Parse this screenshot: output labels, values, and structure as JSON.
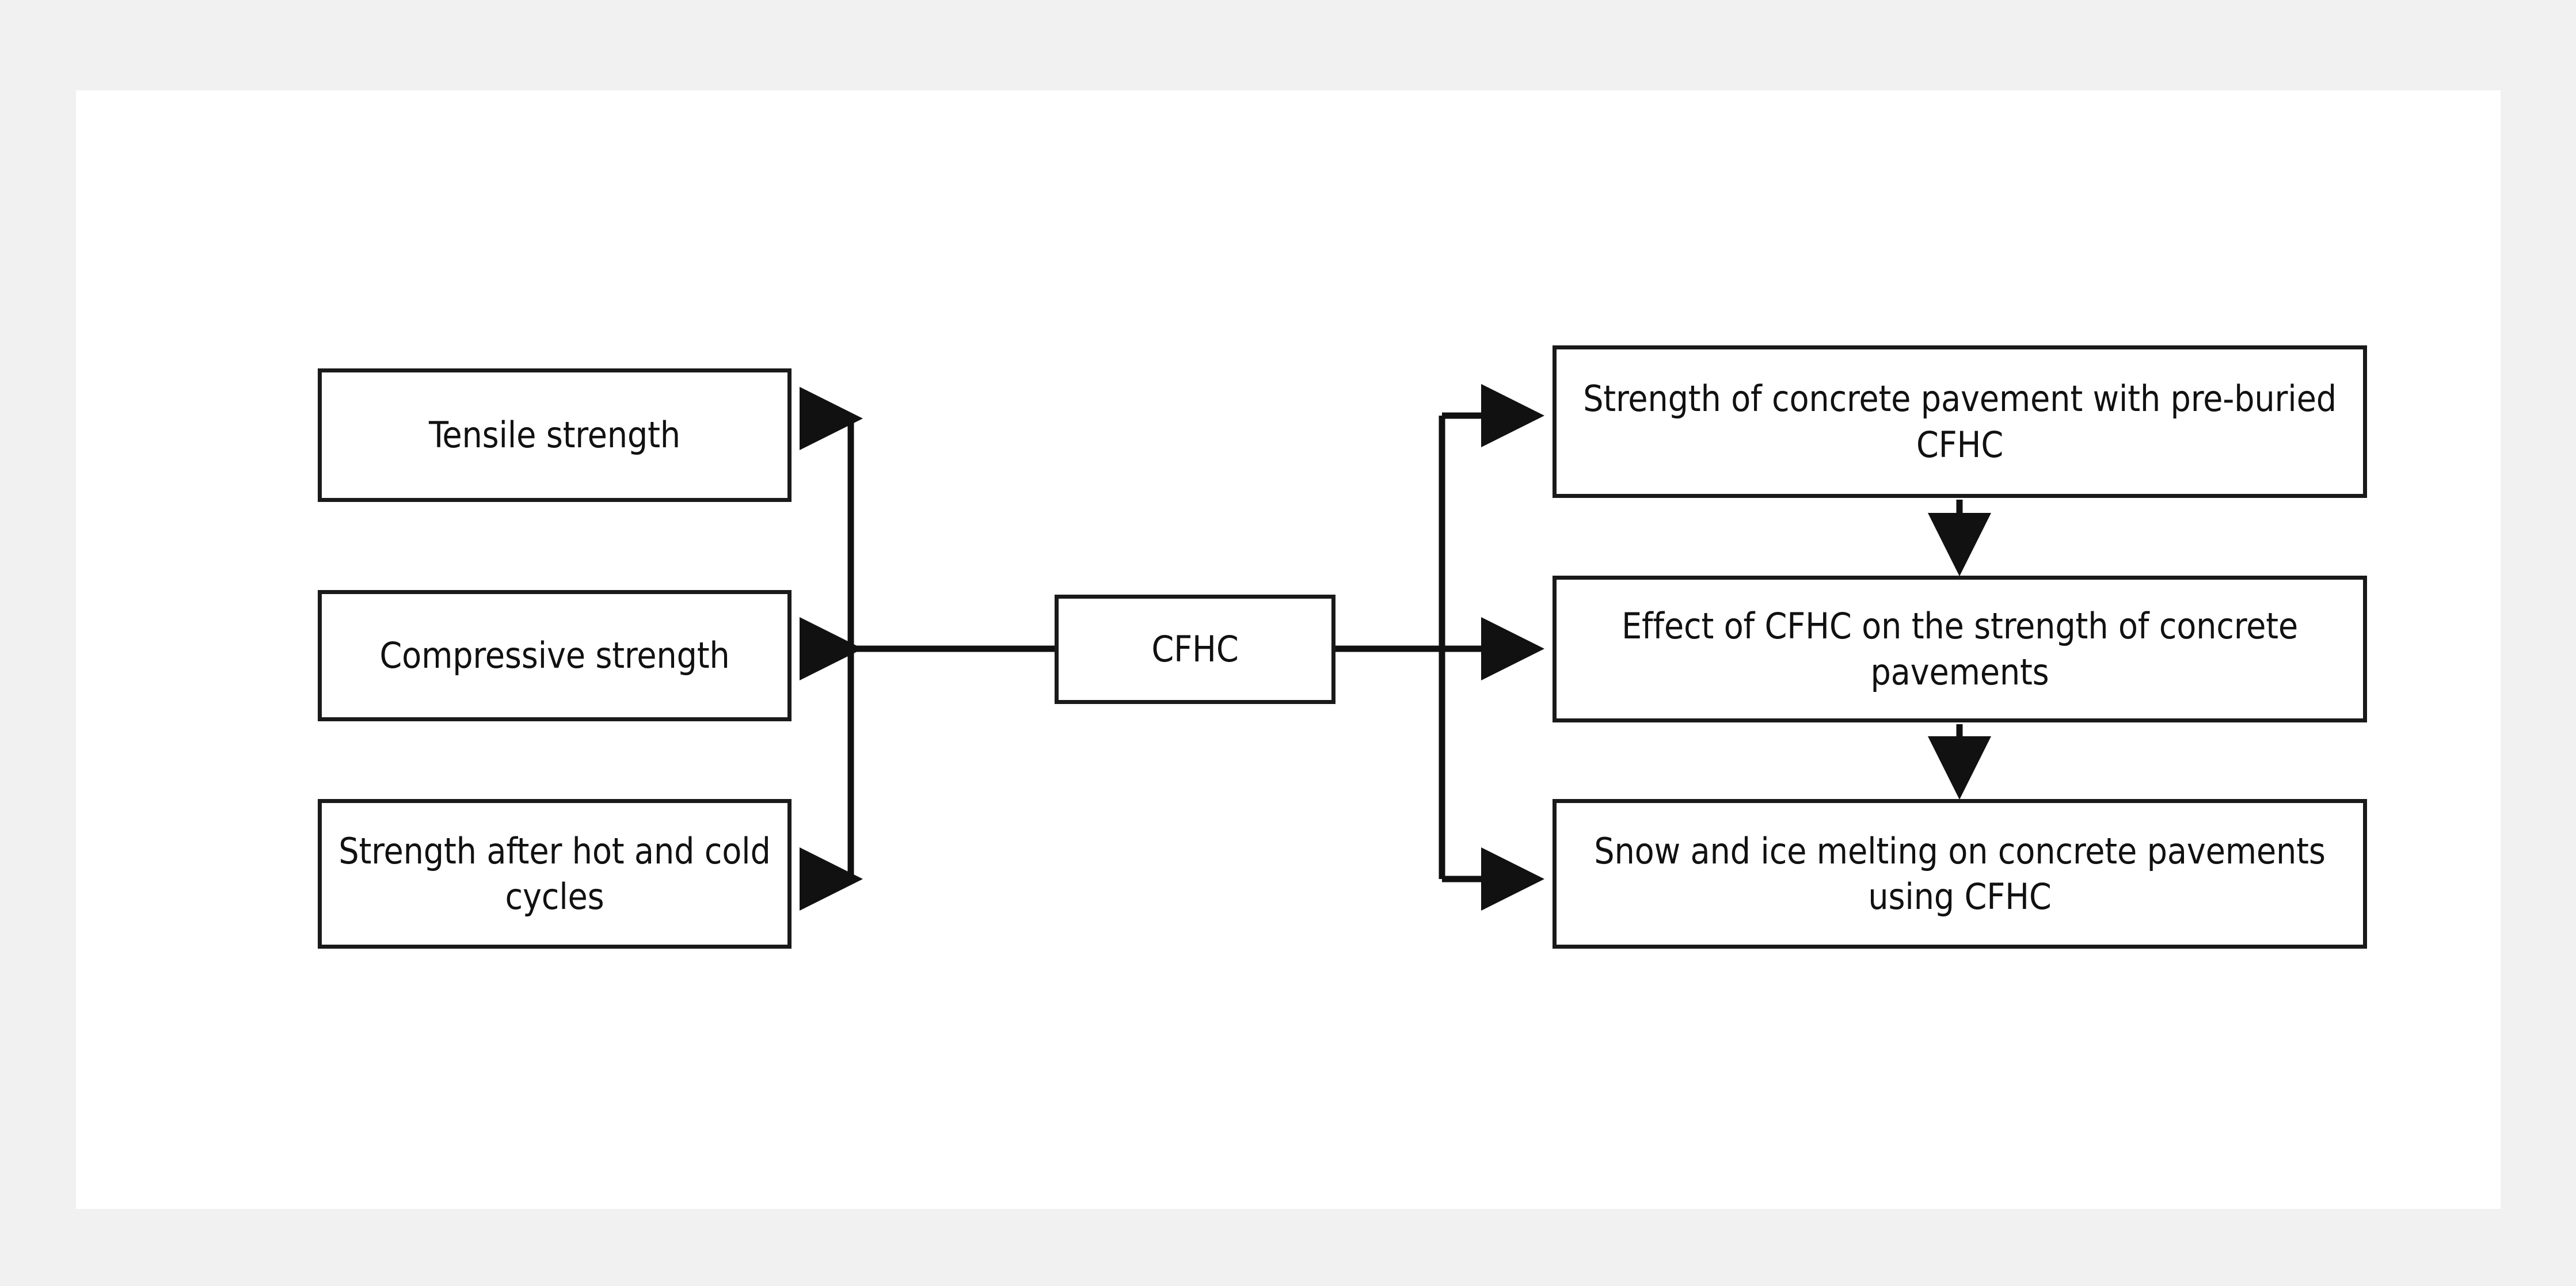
{
  "canvas": {
    "background_color": "#f1f1f1",
    "card_color": "#ffffff",
    "stroke_color": "#1a1a1a",
    "text_color": "#111111"
  },
  "diagram": {
    "type": "flowchart",
    "center_node": {
      "id": "cfhc",
      "label": "CFHC"
    },
    "left_branch": {
      "direction": "left",
      "nodes": [
        {
          "id": "tensile-strength",
          "label": "Tensile strength"
        },
        {
          "id": "compressive-strength",
          "label": "Compressive strength"
        },
        {
          "id": "hot-cold-cycles",
          "label": "Strength after hot and cold cycles"
        }
      ]
    },
    "right_branch": {
      "direction": "right",
      "nodes": [
        {
          "id": "strength-preburied-cfhc",
          "label": "Strength of concrete pavement with pre-buried CFHC"
        },
        {
          "id": "effect-cfhc-strength",
          "label": "Effect of CFHC on the strength of concrete pavements"
        },
        {
          "id": "snow-ice-melting",
          "label": "Snow and ice melting on concrete pavements using CFHC"
        }
      ]
    },
    "edges": [
      {
        "from": "cfhc",
        "to": "tensile-strength",
        "style": "orthogonal-arrow"
      },
      {
        "from": "cfhc",
        "to": "compressive-strength",
        "style": "straight-arrow"
      },
      {
        "from": "cfhc",
        "to": "hot-cold-cycles",
        "style": "orthogonal-arrow"
      },
      {
        "from": "cfhc",
        "to": "strength-preburied-cfhc",
        "style": "orthogonal-arrow"
      },
      {
        "from": "cfhc",
        "to": "effect-cfhc-strength",
        "style": "straight-arrow"
      },
      {
        "from": "cfhc",
        "to": "snow-ice-melting",
        "style": "orthogonal-arrow"
      },
      {
        "from": "strength-preburied-cfhc",
        "to": "effect-cfhc-strength",
        "style": "vertical-arrow"
      },
      {
        "from": "effect-cfhc-strength",
        "to": "snow-ice-melting",
        "style": "vertical-arrow"
      }
    ]
  }
}
